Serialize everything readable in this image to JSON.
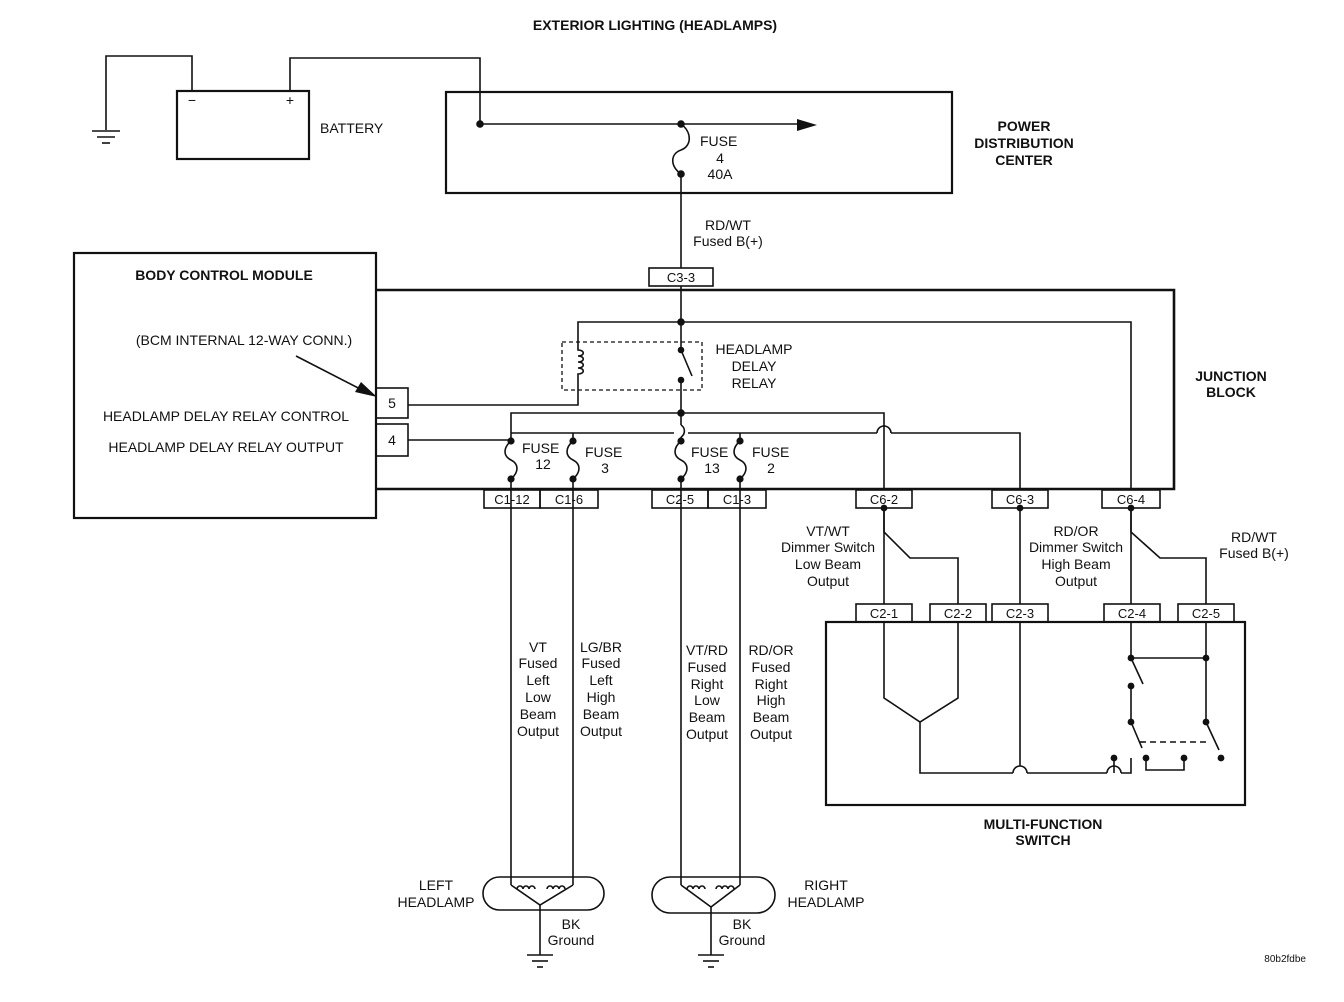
{
  "title": "EXTERIOR LIGHTING (HEADLAMPS)",
  "battery": {
    "label": "BATTERY",
    "neg": "−",
    "pos": "+"
  },
  "pdc": {
    "line1": "POWER",
    "line2": "DISTRIBUTION",
    "line3": "CENTER",
    "fuse": {
      "line1": "FUSE",
      "line2": "4",
      "line3": "40A"
    }
  },
  "feed_wire": {
    "color": "RD/WT",
    "desc": "Fused B(+)"
  },
  "bcm": {
    "title": "BODY CONTROL MODULE",
    "internal_conn": "(BCM INTERNAL 12-WAY CONN.)",
    "pin5_label": "HEADLAMP DELAY RELAY CONTROL",
    "pin4_label": "HEADLAMP DELAY RELAY OUTPUT",
    "pin5": "5",
    "pin4": "4"
  },
  "junction_block": {
    "line1": "JUNCTION",
    "line2": "BLOCK"
  },
  "relay": {
    "line1": "HEADLAMP",
    "line2": "DELAY",
    "line3": "RELAY"
  },
  "connectors": {
    "c3_3": "C3-3",
    "c1_12": "C1-12",
    "c1_6": "C1-6",
    "c2_5a": "C2-5",
    "c1_3": "C1-3",
    "c6_2": "C6-2",
    "c6_3": "C6-3",
    "c6_4": "C6-4",
    "c2_1": "C2-1",
    "c2_2": "C2-2",
    "c2_3": "C2-3",
    "c2_4": "C2-4",
    "c2_5b": "C2-5"
  },
  "fuses": [
    {
      "label": "FUSE",
      "num": "12"
    },
    {
      "label": "FUSE",
      "num": "3"
    },
    {
      "label": "FUSE",
      "num": "13"
    },
    {
      "label": "FUSE",
      "num": "2"
    }
  ],
  "wires": {
    "vt": [
      "VT",
      "Fused",
      "Left",
      "Low",
      "Beam",
      "Output"
    ],
    "lgbr": [
      "LG/BR",
      "Fused",
      "Left",
      "High",
      "Beam",
      "Output"
    ],
    "vtrd": [
      "VT/RD",
      "Fused",
      "Right",
      "Low",
      "Beam",
      "Output"
    ],
    "rdor": [
      "RD/OR",
      "Fused",
      "Right",
      "High",
      "Beam",
      "Output"
    ],
    "vtwt": [
      "VT/WT",
      "Dimmer Switch",
      "Low Beam",
      "Output"
    ],
    "rdor2": [
      "RD/OR",
      "Dimmer Switch",
      "High Beam",
      "Output"
    ],
    "rdwt2": [
      "RD/WT",
      "Fused B(+)"
    ]
  },
  "mfs": {
    "line1": "MULTI-FUNCTION",
    "line2": "SWITCH"
  },
  "left_headlamp": {
    "line1": "LEFT",
    "line2": "HEADLAMP"
  },
  "right_headlamp": {
    "line1": "RIGHT",
    "line2": "HEADLAMP"
  },
  "ground_left": {
    "line1": "BK",
    "line2": "Ground"
  },
  "ground_right": {
    "line1": "BK",
    "line2": "Ground"
  },
  "code": "80b2fdbe"
}
